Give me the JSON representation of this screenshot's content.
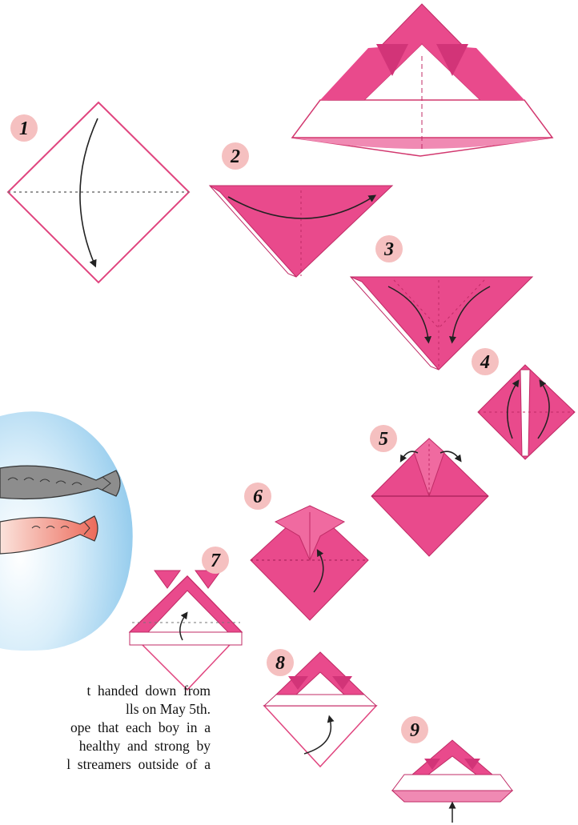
{
  "steps": [
    {
      "number": "1"
    },
    {
      "number": "2"
    },
    {
      "number": "3"
    },
    {
      "number": "4"
    },
    {
      "number": "5"
    },
    {
      "number": "6"
    },
    {
      "number": "7"
    },
    {
      "number": "8"
    },
    {
      "number": "9"
    }
  ],
  "text_lines": [
    "t  handed  down  from",
    "lls on May 5th.",
    "ope  that  each  boy  in  a",
    "healthy  and  strong  by",
    "l  streamers  outside  of  a"
  ],
  "colors": {
    "paper_pink": "#e94a8c",
    "dark_pink": "#cf2f70",
    "light_pink": "#f6a6c4",
    "badge_fill": "#f5c0c0",
    "sky_blue": "#8fc9ec",
    "outline_pink": "#d2386f"
  }
}
